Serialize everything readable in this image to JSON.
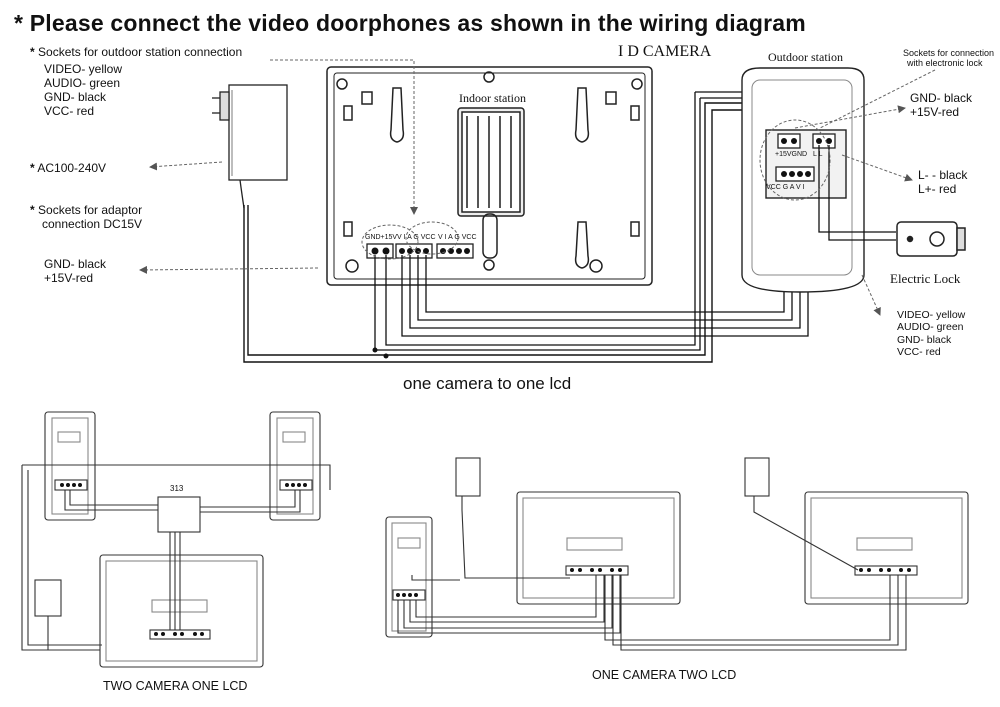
{
  "title": "Please connect the video doorphones as shown in the wiring diagram",
  "bullet": "*",
  "camera_label": "I D CAMERA",
  "outdoor_station_label": "Outdoor station",
  "indoor_station_label": "Indoor station",
  "left_notes": {
    "outdoor_sockets": "Sockets for outdoor station connection",
    "video": "VIDEO- yellow",
    "audio": "AUDIO- green",
    "gnd": "GND- black",
    "vcc": "VCC- red",
    "ac": "AC100-240V",
    "adaptor_line1": "Sockets for adaptor",
    "adaptor_line2": "connection DC15V",
    "gnd2": "GND- black",
    "v15": "+15V-red"
  },
  "right_notes": {
    "lock_sockets_line1": "Sockets for connection",
    "lock_sockets_line2": "with electronic lock",
    "gnd": "GND- black",
    "v15": "+15V-red",
    "lminus": "L- - black",
    "lplus": "L+- red",
    "electric_lock": "Electric Lock",
    "video": "VIDEO- yellow",
    "audio": "AUDIO- green",
    "gnd2": "GND- black",
    "vcc": "VCC- red"
  },
  "terminals": {
    "indoor_power": "GND+15V",
    "indoor_cam1": "V I A G VCC",
    "indoor_cam2": "V I A G VCC",
    "outdoor_power": "+15VGND",
    "outdoor_lock": "L  L",
    "outdoor_signal": "VCC G  A  V I"
  },
  "captions": {
    "main": "one camera to one lcd",
    "two_camera": "TWO CAMERA  ONE LCD",
    "one_camera_two": "ONE CAMERA TWO LCD",
    "distributor": "313"
  }
}
